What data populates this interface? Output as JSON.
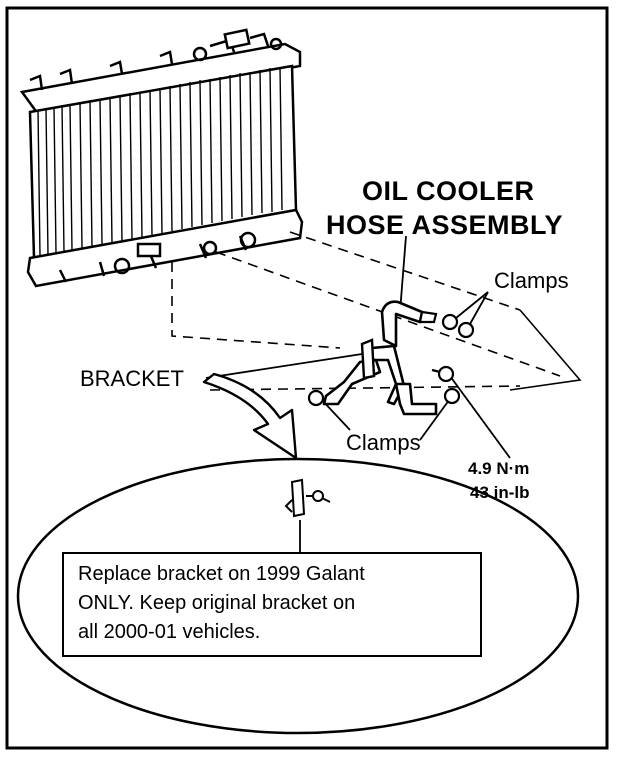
{
  "labels": {
    "title_line1": "OIL COOLER",
    "title_line2": "HOSE ASSEMBLY",
    "clamps_top": "Clamps",
    "clamps_bottom": "Clamps",
    "bracket": "BRACKET",
    "torque_nm": "4.9 N·m",
    "torque_inlb": "43 in-lb"
  },
  "note": {
    "line1": "Replace bracket on 1999 Galant",
    "line2": "ONLY. Keep original bracket on",
    "line3": "all 2000-01 vehicles."
  },
  "icons": [
    "radiator-icon",
    "oil-cooler-hose-icon",
    "clamp-icon",
    "bolt-icon",
    "bracket-icon",
    "arrow-icon"
  ],
  "colors": {
    "ink": "#000000",
    "paper": "#ffffff"
  }
}
